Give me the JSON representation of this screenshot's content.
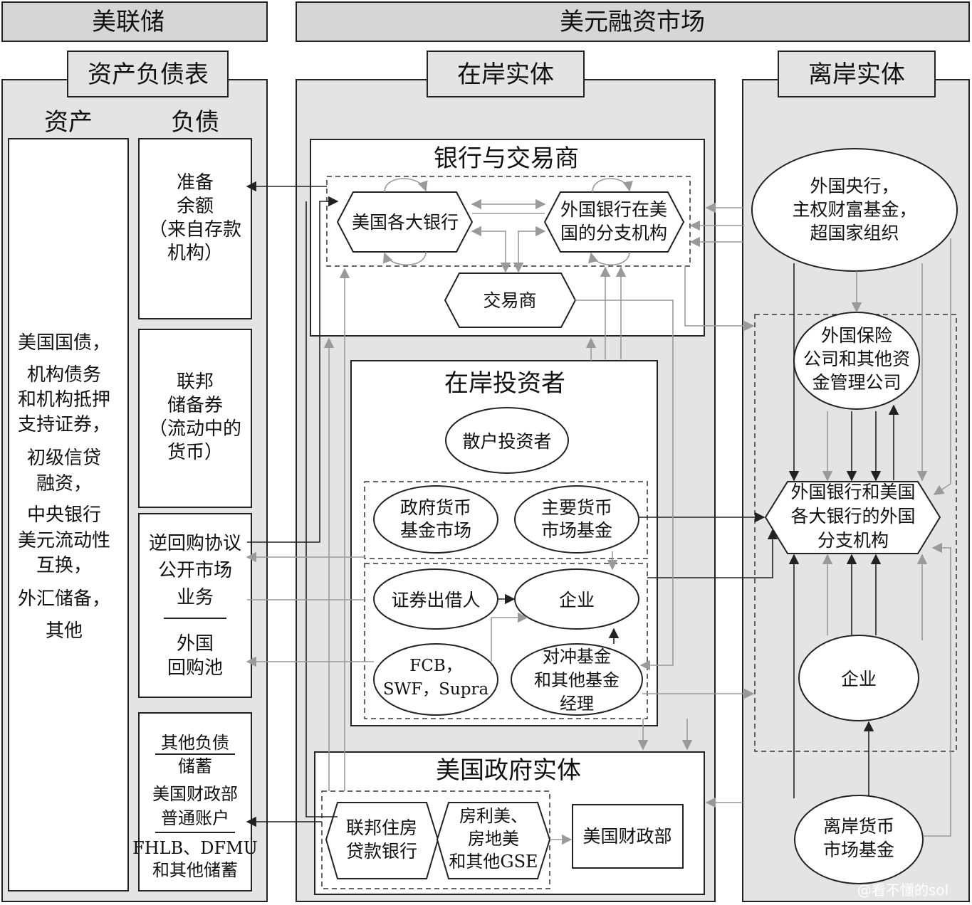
{
  "headers": {
    "fed": "美联储",
    "market": "美元融资市场",
    "balance_sheet": "资产负债表",
    "onshore": "在岸实体",
    "offshore": "离岸实体",
    "assets": "资产",
    "liabilities": "负债"
  },
  "assets_list": [
    "美国国债，",
    "机构债务",
    "和机构抵押",
    "支持证券，",
    "初级信贷",
    "融资，",
    "中央银行",
    "美元流动性",
    "互换，",
    "外汇储备，",
    "其他"
  ],
  "liability_reserves": [
    "准备",
    "余额",
    "（来自存款",
    "机构）"
  ],
  "liability_notes": [
    "联邦",
    "储备券",
    "（流动中的",
    "货币）"
  ],
  "liability_repo": [
    "逆回购协议",
    "公开市场",
    "业务"
  ],
  "liability_foreign_repo": [
    "外国",
    "回购池"
  ],
  "liability_other": [
    "其他负债",
    "储蓄",
    "美国财政部",
    "普通账户",
    "FHLB、DFMU",
    "和其他储蓄"
  ],
  "banks_dealers": {
    "title": "银行与交易商",
    "us_banks": "美国各大银行",
    "foreign_branches": [
      "外国银行在美",
      "国的分支机构"
    ],
    "dealers": "交易商"
  },
  "onshore_investors": {
    "title": "在岸投资者",
    "retail": "散户投资者",
    "gov_mmf": [
      "政府货币",
      "基金市场"
    ],
    "prime_mmf": [
      "主要货币",
      "市场基金"
    ],
    "sec_lenders": "证券出借人",
    "corporates": "企业",
    "fcb": [
      "FCB，",
      "SWF，Supra"
    ],
    "hedge_funds": [
      "对冲基金",
      "和其他基金",
      "经理"
    ]
  },
  "us_gov": {
    "title": "美国政府实体",
    "fhlb": [
      "联邦住房",
      "贷款银行"
    ],
    "gse": [
      "房利美、",
      "房地美",
      "和其他GSE"
    ],
    "treasury": "美国财政部"
  },
  "offshore_entities": {
    "central_banks": [
      "外国央行，",
      "主权财富基金，",
      "超国家组织"
    ],
    "insurance": [
      "外国保险",
      "公司和其他资",
      "金管理公司"
    ],
    "foreign_banks": [
      "外国银行和美国",
      "各大银行的外国",
      "分支机构"
    ],
    "corporates": "企业",
    "offshore_mmf": [
      "离岸货币",
      "市场基金"
    ]
  },
  "watermark": "@看不懂的sol",
  "colors": {
    "panel": "#e4e4e4",
    "header": "#d6d6d6",
    "line_dark": "#222222",
    "line_gray": "#9a9a9a"
  }
}
